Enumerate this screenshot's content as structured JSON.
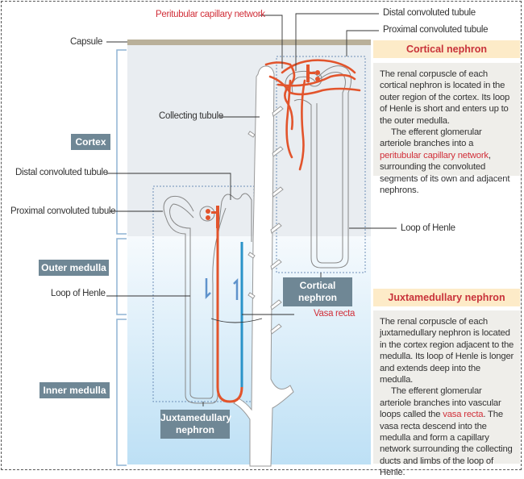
{
  "labels": {
    "peritubular": "Peritubular capillary network",
    "distal_top": "Distal convoluted tubule",
    "proximal_top": "Proximal convoluted tubule",
    "capsule": "Capsule",
    "collecting": "Collecting tubule",
    "distal_left": "Distal convoluted tubule",
    "proximal_left": "Proximal convoluted tubule",
    "loop_left": "Loop of Henle",
    "loop_right": "Loop of Henle",
    "vasa_recta": "Vasa recta"
  },
  "regions": {
    "cortex": "Cortex",
    "outer_medulla": "Outer medulla",
    "inner_medulla": "Inner medulla"
  },
  "nephron_tags": {
    "cortical": "Cortical nephron",
    "juxta_line1": "Juxtamedullary",
    "juxta_line2": "nephron"
  },
  "panels": {
    "cortical": {
      "title": "Cortical nephron",
      "p1": "The renal corpuscle of each cortical nephron is located  in the outer region of the cortex. Its loop of Henle is short and enters up to the outer medulla.",
      "p2_pre": "The efferent glomerular arteriole branches  into a ",
      "p2_highlight": "peritubular capillary network",
      "p2_post": ", surrounding the convoluted segments of its own and adjacent nephrons."
    },
    "juxtamedullary": {
      "title": "Juxtamedullary nephron",
      "p1": "The renal corpuscle of each juxtamedullary nephron is located in the cortex region adjacent to the medulla. Its loop of Henle is longer and extends deep into the medulla.",
      "p2_pre": "The efferent glomerular arteriole branches into vascular loops called the ",
      "p2_highlight": "vasa recta",
      "p2_post": ". The vasa recta descend into the medulla and form a capillary network surrounding the collecting ducts and limbs of the loop of Henle."
    }
  },
  "colors": {
    "capsule": "#b9b09a",
    "cortex_bg": "#e9edf1",
    "medulla_bg_top": "#f4f9fd",
    "medulla_bg_bottom": "#bfe0f4",
    "artery": "#e2542c",
    "vein": "#2a93c9",
    "accent_red": "#d1303a",
    "tag_bg": "#6f8795",
    "panel_head_bg": "#fdebc8",
    "panel_body_bg": "#efeeea"
  }
}
